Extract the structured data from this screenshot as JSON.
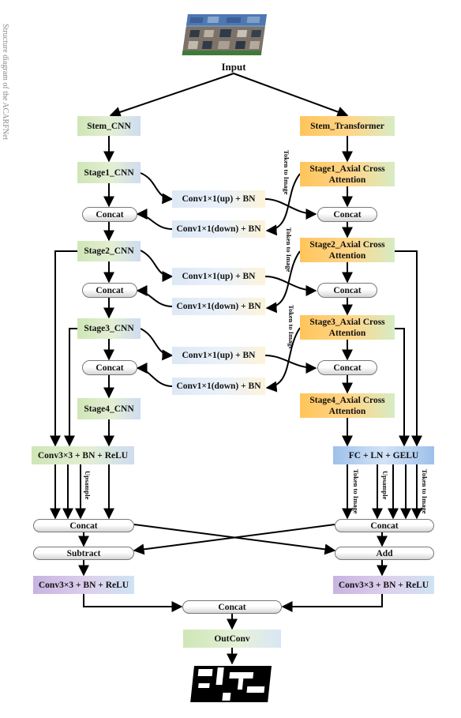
{
  "caption": "Structure diagram of the ACARFNet",
  "input_label": "Input",
  "nodes": {
    "stem_cnn": "Stem_CNN",
    "stem_transformer": "Stem_Transformer",
    "stage1_cnn": "Stage1_CNN",
    "stage2_cnn": "Stage2_CNN",
    "stage3_cnn": "Stage3_CNN",
    "stage4_cnn": "Stage4_CNN",
    "stage1_axial": "Stage1_Axial Cross Attention",
    "stage2_axial": "Stage2_Axial Cross Attention",
    "stage3_axial": "Stage3_Axial Cross Attention",
    "stage4_axial": "Stage4_Axial Cross Attention",
    "conv_up": "Conv1×1(up) + BN",
    "conv_down": "Conv1×1(down) + BN",
    "concat": "Concat",
    "conv3_bn_relu": "Conv3×3 + BN + ReLU",
    "fc_ln_gelu": "FC + LN + GELU",
    "subtract": "Subtract",
    "add": "Add",
    "outconv": "OutConv"
  },
  "annotations": {
    "token_to_image": "Token to Image",
    "upsample": "Upsample"
  },
  "colors": {
    "cnn_block": "#d8eac6",
    "transformer_block": "#ffcf73",
    "conv_bridge_block": "#e4edf8",
    "fc_block": "#a9c7ec",
    "output_conv_block": "#d5c3e8",
    "arrow": "#000000"
  }
}
